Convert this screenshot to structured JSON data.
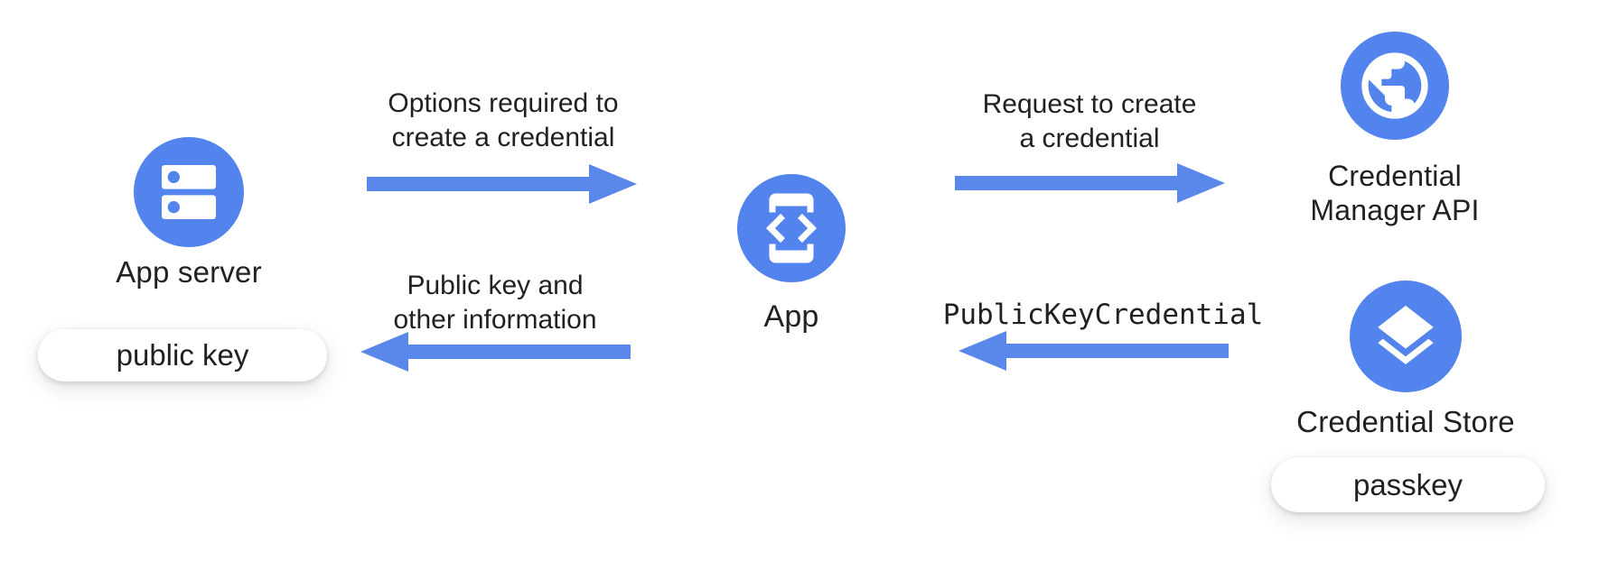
{
  "colors": {
    "node_blue": "#5383EC",
    "arrow_blue": "#5A87EA",
    "text_dark": "#202124",
    "pill_background": "#FFFFFF",
    "background": "#FFFFFF"
  },
  "nodes": {
    "app_server": {
      "label": "App server",
      "badge": "public key",
      "icon": "dns-server-icon"
    },
    "app": {
      "label": "App",
      "icon": "developer-mode-phone-code-icon"
    },
    "credential_manager": {
      "label_line1": "Credential",
      "label_line2": "Manager API",
      "icon": "globe-icon"
    },
    "credential_store": {
      "label": "Credential Store",
      "badge": "passkey",
      "icon": "layers-icon"
    }
  },
  "flows": [
    {
      "label_lines": [
        "Options required to",
        "create a credential"
      ],
      "direction": "right"
    },
    {
      "label_lines": [
        "Public key and",
        "other information"
      ],
      "direction": "left"
    },
    {
      "label_lines": [
        "Request to create",
        "a credential"
      ],
      "direction": "right"
    },
    {
      "label_lines": [
        "PublicKeyCredential"
      ],
      "direction": "left",
      "text_style": "code"
    }
  ]
}
